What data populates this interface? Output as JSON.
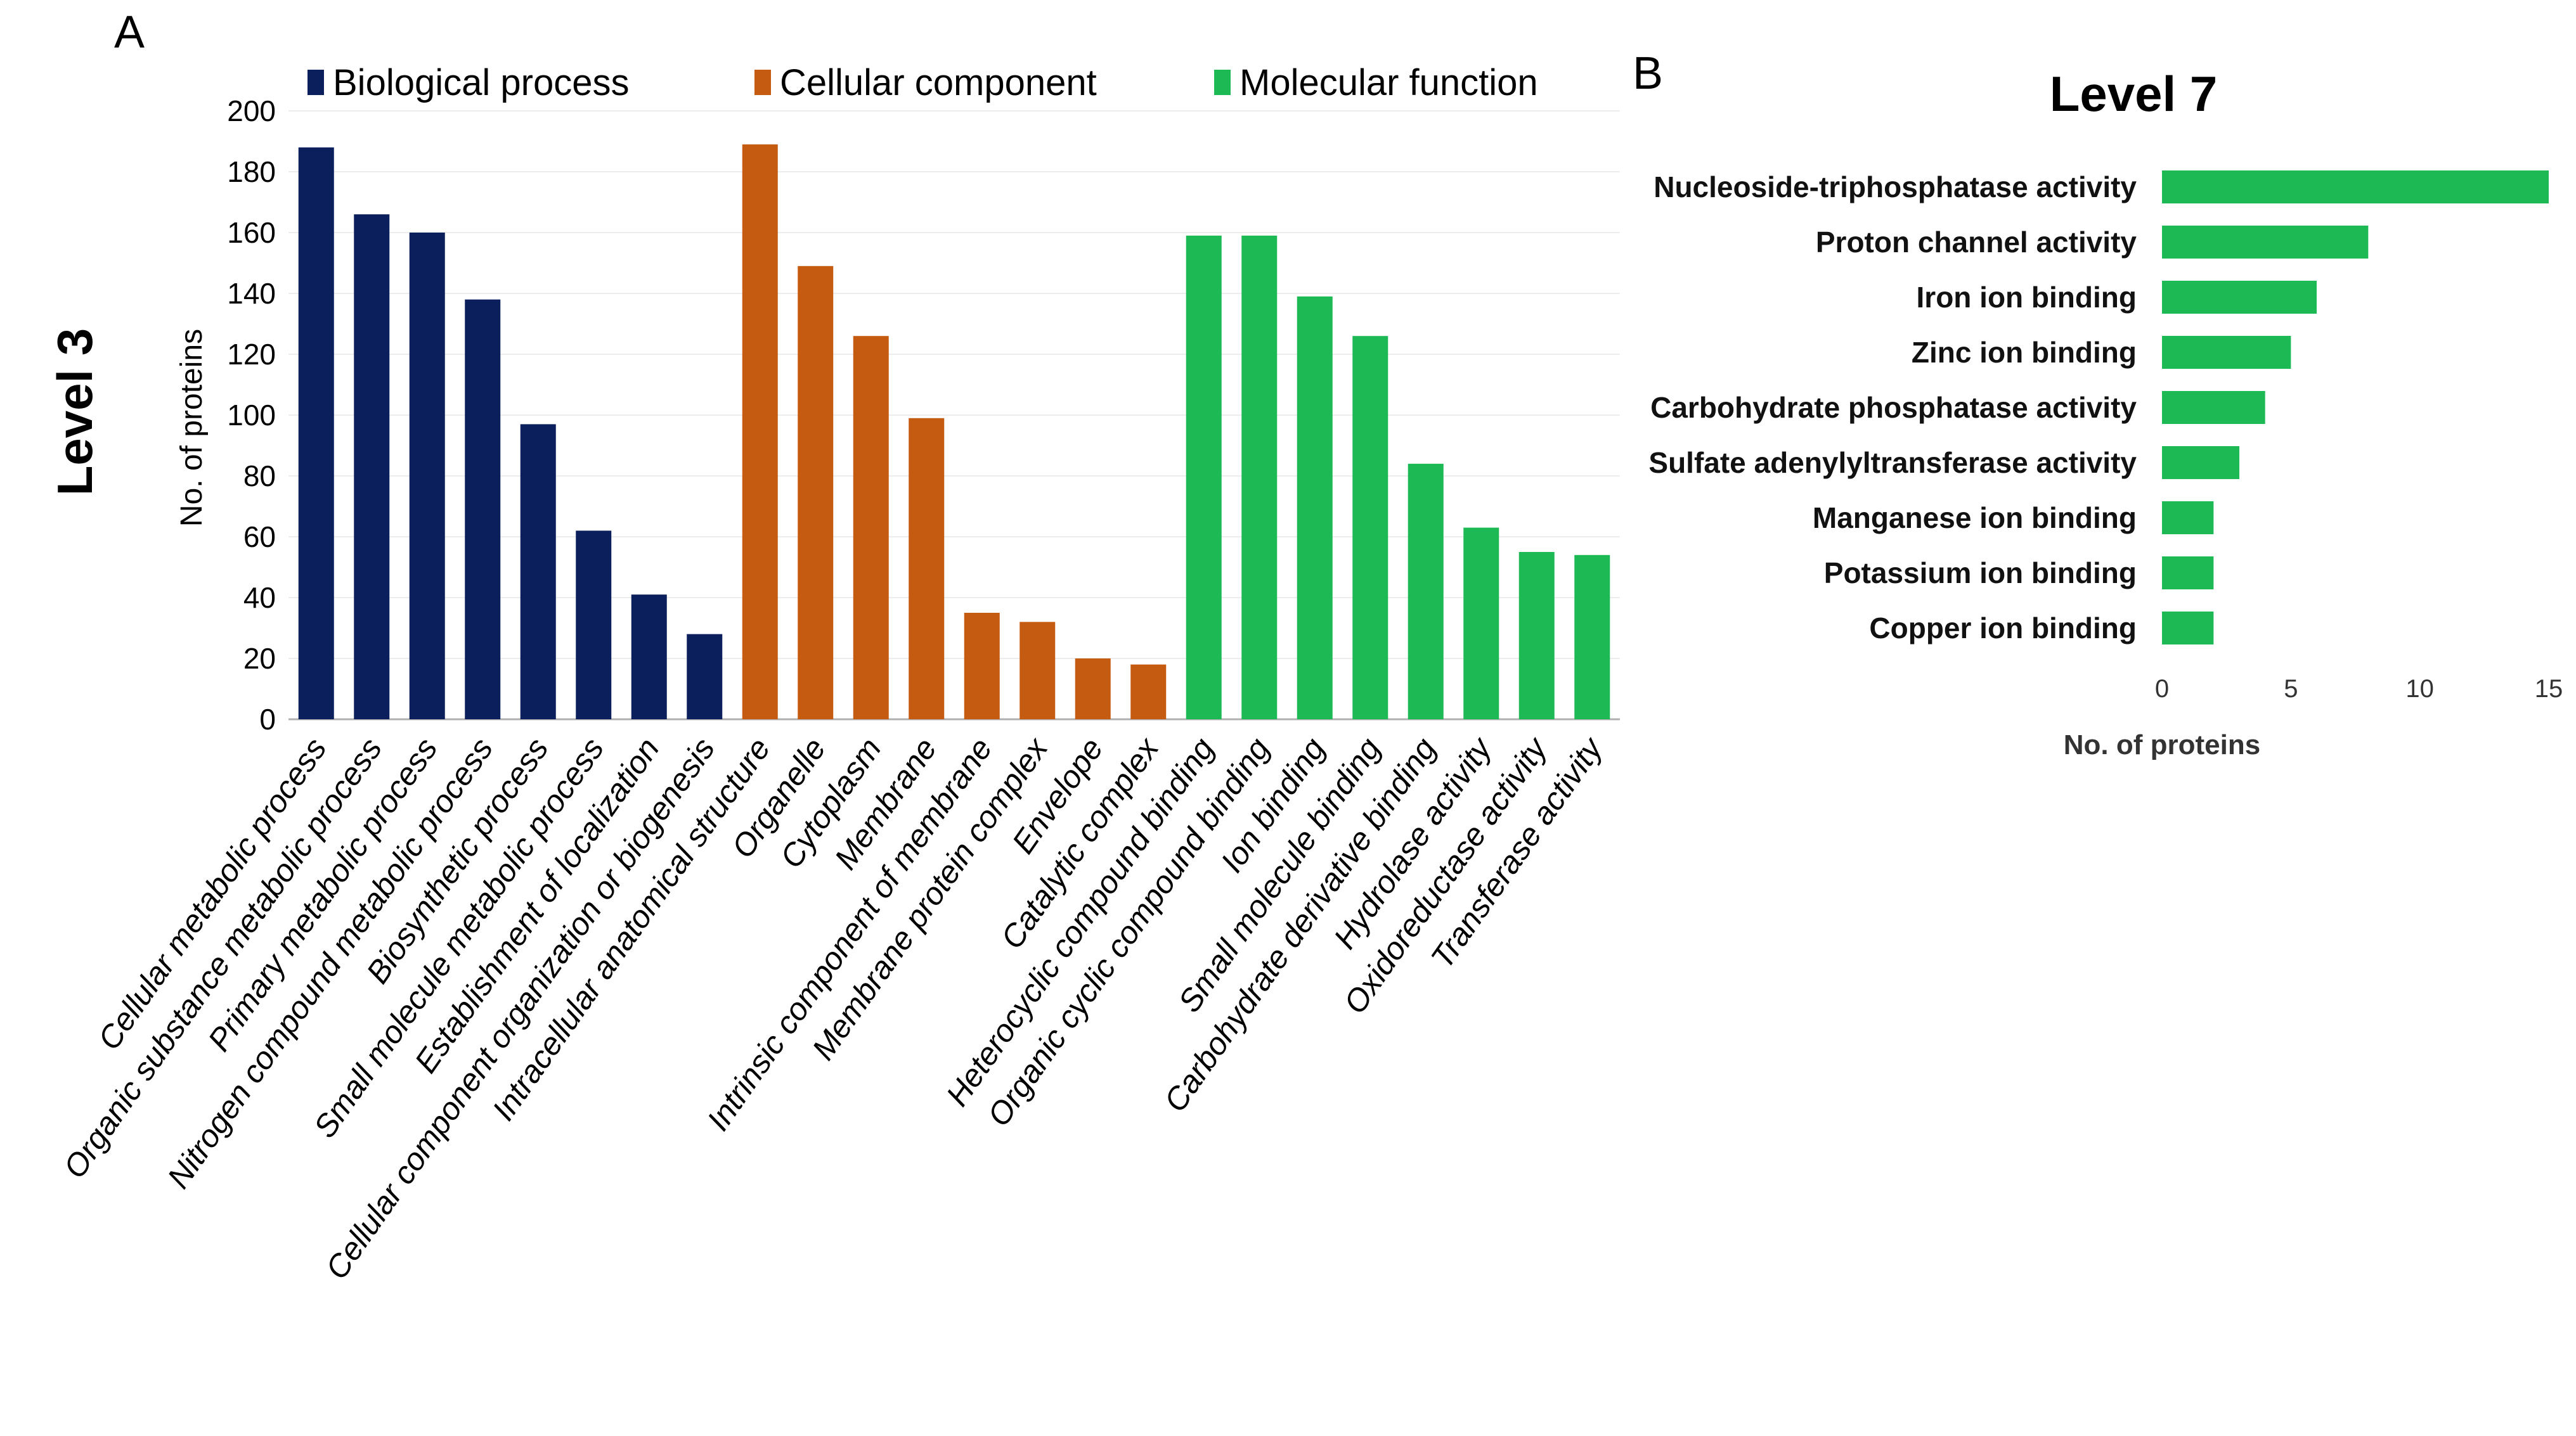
{
  "panel_a_letter": "A",
  "panel_b_letter": "B",
  "colors": {
    "bio": "#0b1f5c",
    "cell": "#c55a11",
    "mol": "#1db954",
    "grid": "#ececec",
    "axis": "#b0b0b0",
    "text": "#000000"
  },
  "chart_data": [
    {
      "type": "bar",
      "title": "",
      "side_label": "Level 3",
      "ylabel": "No. of proteins",
      "xlabel": "",
      "ylim": [
        0,
        200
      ],
      "yticks": [
        0,
        20,
        40,
        60,
        80,
        100,
        120,
        140,
        160,
        180,
        200
      ],
      "grid": true,
      "legend": "top",
      "categories": [
        "Cellular metabolic process",
        "Organic substance metabolic process",
        "Primary metabolic process",
        "Nitrogen compound metabolic process",
        "Biosynthetic process",
        "Small molecule metabolic process",
        "Establishment of localization",
        "Cellular component organization or biogenesis",
        "Intracellular anatomical structure",
        "Organelle",
        "Cytoplasm",
        "Membrane",
        "Intrinsic component of membrane",
        "Membrane protein complex",
        "Envelope",
        "Catalytic complex",
        "Heterocyclic compound binding",
        "Organic cyclic compound binding",
        "Ion binding",
        "Small molecule binding",
        "Carbohydrate derivative binding",
        "Hydrolase activity",
        "Oxidoreductase activity",
        "Transferase activity"
      ],
      "series": [
        {
          "name": "Biological process",
          "color_key": "bio",
          "start": 0,
          "values": [
            188,
            166,
            160,
            138,
            97,
            62,
            41,
            28
          ]
        },
        {
          "name": "Cellular component",
          "color_key": "cell",
          "start": 8,
          "values": [
            189,
            149,
            126,
            99,
            35,
            32,
            20,
            18
          ]
        },
        {
          "name": "Molecular function",
          "color_key": "mol",
          "start": 16,
          "values": [
            159,
            159,
            139,
            126,
            84,
            63,
            55,
            54
          ]
        }
      ]
    },
    {
      "type": "bar",
      "orientation": "horizontal",
      "title": "Level 7",
      "xlabel": "No. of proteins",
      "ylabel": "",
      "xlim": [
        0,
        15
      ],
      "xticks": [
        0,
        5,
        10,
        15
      ],
      "grid": false,
      "categories": [
        "Nucleoside-triphosphatase activity",
        "Proton channel activity",
        "Iron ion binding",
        "Zinc ion binding",
        "Carbohydrate phosphatase activity",
        "Sulfate adenylyltransferase activity",
        "Manganese ion binding",
        "Potassium ion binding",
        "Copper ion binding"
      ],
      "values": [
        15,
        8,
        6,
        5,
        4,
        3,
        2,
        2,
        2
      ],
      "color_key": "mol"
    }
  ]
}
